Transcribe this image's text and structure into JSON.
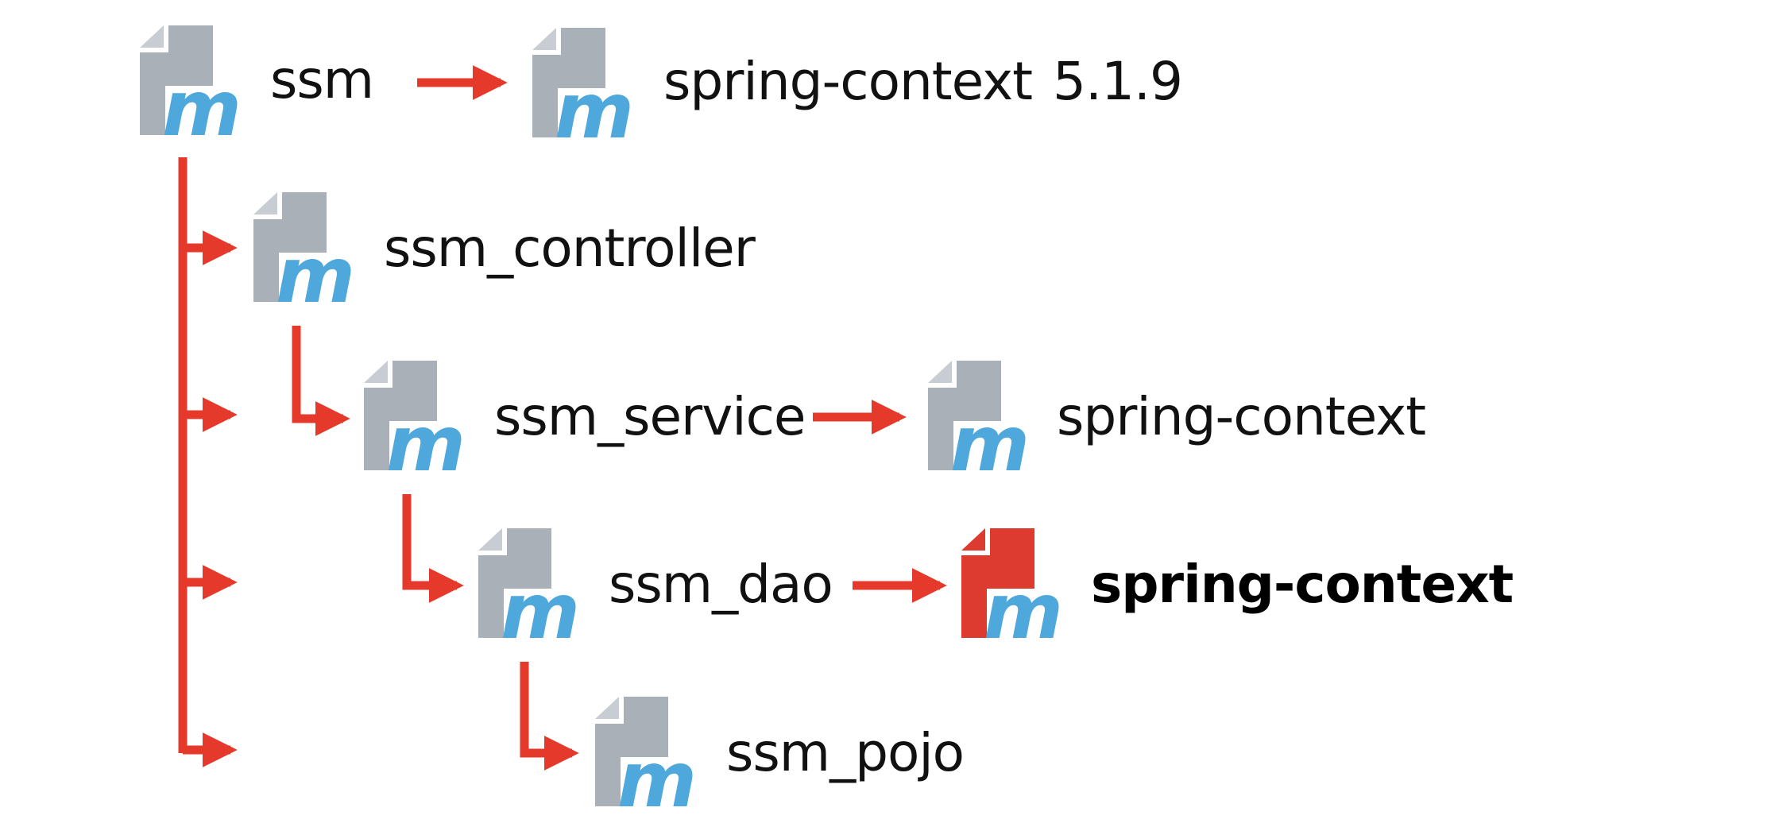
{
  "diagram": {
    "nodes": {
      "ssm": {
        "name": "ssm"
      },
      "spring_context_root": {
        "name": "spring-context",
        "version": "5.1.9"
      },
      "ssm_controller": {
        "name": "ssm_controller"
      },
      "ssm_service": {
        "name": "ssm_service"
      },
      "spring_context_service": {
        "name": "spring-context"
      },
      "ssm_dao": {
        "name": "ssm_dao"
      },
      "spring_context_dao": {
        "name": "spring-context"
      },
      "ssm_pojo": {
        "name": "ssm_pojo"
      }
    },
    "colors": {
      "arrow": "#e53a2b",
      "icon_gray": "#a9b0b8",
      "icon_fold": "#c8cdd3",
      "icon_blue": "#4fa8dc",
      "icon_red": "#dd3a30"
    },
    "icon_names": [
      "maven-module-icon",
      "maven-module-icon-red"
    ]
  }
}
